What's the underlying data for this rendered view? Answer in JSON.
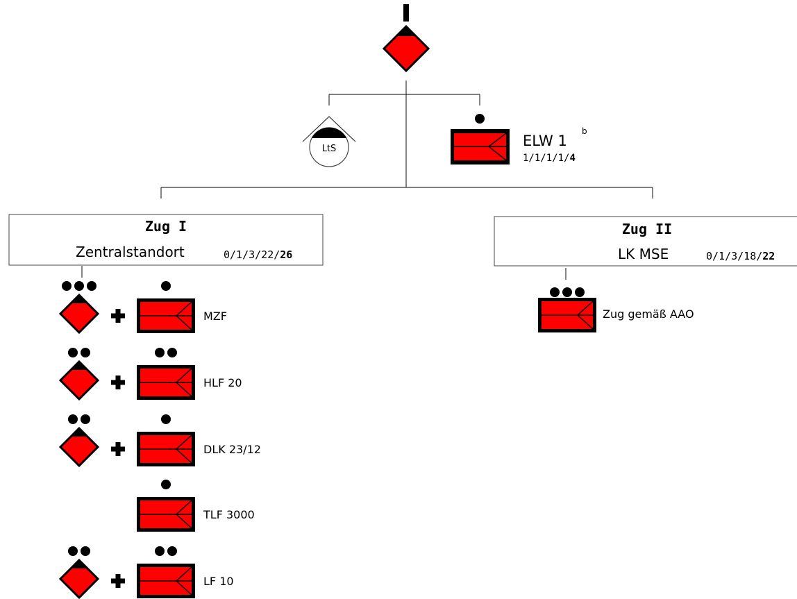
{
  "top": {
    "leader_color": "#ff0000"
  },
  "staff": {
    "lts_label": "LtS",
    "elw": {
      "name": "ELW 1",
      "sup": "b",
      "strength_prefix": "1/1/1/1/",
      "strength_total": "4"
    }
  },
  "zug1": {
    "title": "Zug I",
    "location": "Zentralstandort",
    "strength_prefix": "0/1/3/22/",
    "strength_total": "26",
    "units": [
      {
        "vehicle": "MZF",
        "leader_dots": 3,
        "vehicle_dots": 1,
        "has_leader": true
      },
      {
        "vehicle": "HLF 20",
        "leader_dots": 2,
        "vehicle_dots": 2,
        "has_leader": true
      },
      {
        "vehicle": "DLK 23/12",
        "leader_dots": 2,
        "vehicle_dots": 1,
        "has_leader": true
      },
      {
        "vehicle": "TLF 3000",
        "leader_dots": 0,
        "vehicle_dots": 1,
        "has_leader": false
      },
      {
        "vehicle": "LF 10",
        "leader_dots": 2,
        "vehicle_dots": 2,
        "has_leader": true
      }
    ]
  },
  "zug2": {
    "title": "Zug II",
    "location": "LK MSE",
    "strength_prefix": "0/1/3/18/",
    "strength_total": "22",
    "unit_label": "Zug gemäß AAO",
    "vehicle_dots": 3
  },
  "colors": {
    "symbol_red": "#ff0000",
    "outline": "#000000"
  }
}
